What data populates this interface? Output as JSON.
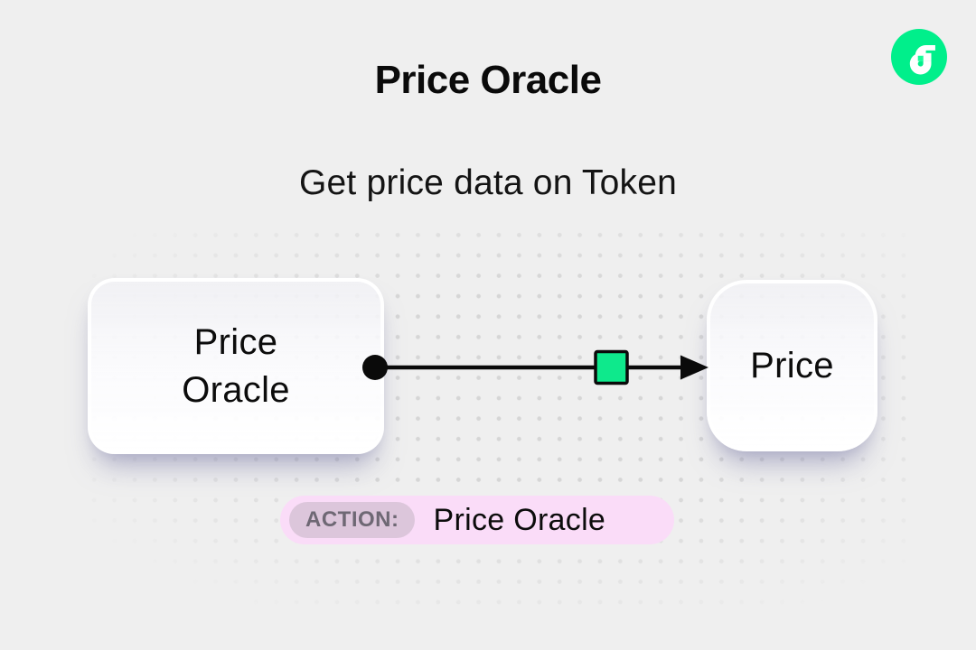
{
  "page": {
    "title": "Price Oracle",
    "subtitle": "Get price data on Token"
  },
  "logo": {
    "name": "flow-logo",
    "brand_color": "#00EF8B",
    "checker_color": "#16FF99"
  },
  "diagram": {
    "source_node": {
      "label": "Price Oracle"
    },
    "target_node": {
      "label": "Price"
    },
    "connector": {
      "line_color": "#0a0a0a",
      "marker_color": "#0ee98c",
      "start": "dot",
      "end": "arrow"
    }
  },
  "action": {
    "badge_label": "ACTION:",
    "value": "Price Oracle",
    "pill_color": "#fadcf8",
    "badge_color": "#dcc6db"
  }
}
